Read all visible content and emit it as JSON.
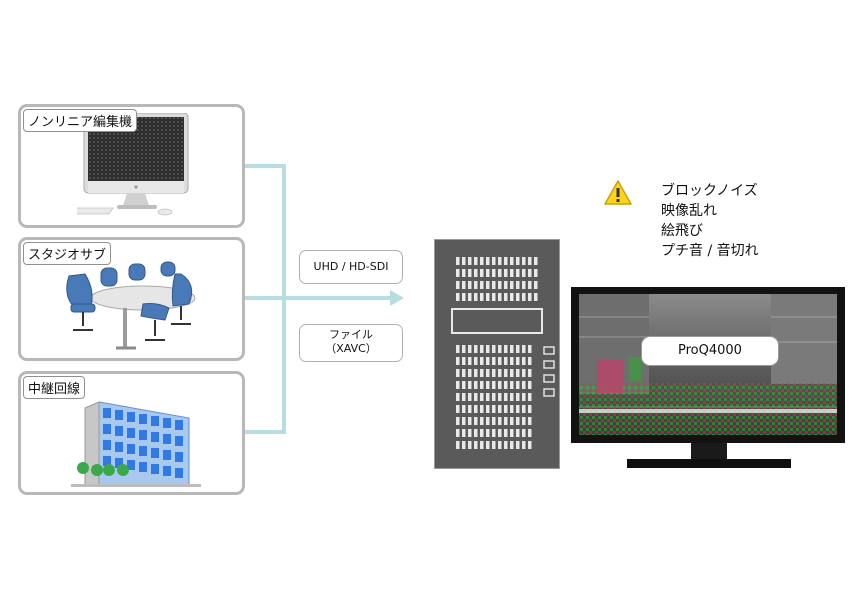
{
  "sources": [
    {
      "label": "ノンリニア編集機",
      "icon": "imac-computer-icon"
    },
    {
      "label": "スタジオサブ",
      "icon": "meeting-room-icon"
    },
    {
      "label": "中継回線",
      "icon": "office-building-icon"
    }
  ],
  "signals": {
    "sdi": "UHD / HD-SDI",
    "file_line1": "ファイル",
    "file_line2": "（XAVC）"
  },
  "product_label": "ProQ4000",
  "warnings": [
    "ブロックノイズ",
    "映像乱れ",
    "絵飛び",
    "プチ音 / 音切れ"
  ],
  "colors": {
    "connector": "#b7dde3",
    "box_border": "#b8b8b8",
    "server_body": "#5a5a5a",
    "warning_yellow": "#ffd21f"
  }
}
